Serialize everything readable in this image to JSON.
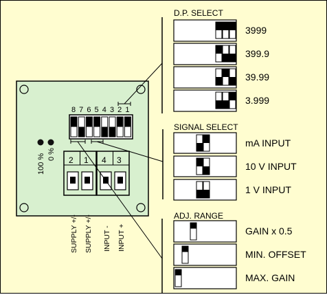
{
  "colors": {
    "background": "#fffdd0",
    "board": "#d8f0cf",
    "ink": "#000000",
    "switch_body": "#ffffff",
    "screw": "#1a1a1a"
  },
  "board": {
    "switch_numbers": [
      "8",
      "7",
      "6",
      "5",
      "4",
      "3",
      "2",
      "1"
    ],
    "dip_states": [
      1,
      0,
      1,
      1,
      0,
      0,
      1,
      1
    ],
    "percent_labels": [
      "100 %",
      "0 %"
    ],
    "terminal_numbers": [
      "2",
      "1",
      "4",
      "3"
    ],
    "terminal_labels": [
      "SUPPLY +/-",
      "SUPPLY +/-",
      "INPUT -",
      "INPUT +"
    ]
  },
  "dp_select": {
    "title": "D.P. SELECT",
    "options": [
      {
        "label": "3999",
        "states": [
          1,
          1,
          1
        ]
      },
      {
        "label": "399.9",
        "states": [
          1,
          0,
          0
        ]
      },
      {
        "label": "39.99",
        "states": [
          0,
          1,
          0
        ]
      },
      {
        "label": "3.999",
        "states": [
          0,
          0,
          1
        ]
      }
    ]
  },
  "signal_select": {
    "title": "SIGNAL SELECT",
    "options": [
      {
        "label": "mA INPUT",
        "states": [
          0,
          1
        ]
      },
      {
        "label": "10 V INPUT",
        "states": [
          1,
          0
        ]
      },
      {
        "label": "1 V INPUT",
        "states": [
          0,
          0
        ]
      }
    ]
  },
  "adj_range": {
    "title": "ADJ. RANGE",
    "options": [
      {
        "label": "GAIN x 0.5"
      },
      {
        "label": "MIN. OFFSET"
      },
      {
        "label": "MAX. GAIN"
      }
    ]
  }
}
